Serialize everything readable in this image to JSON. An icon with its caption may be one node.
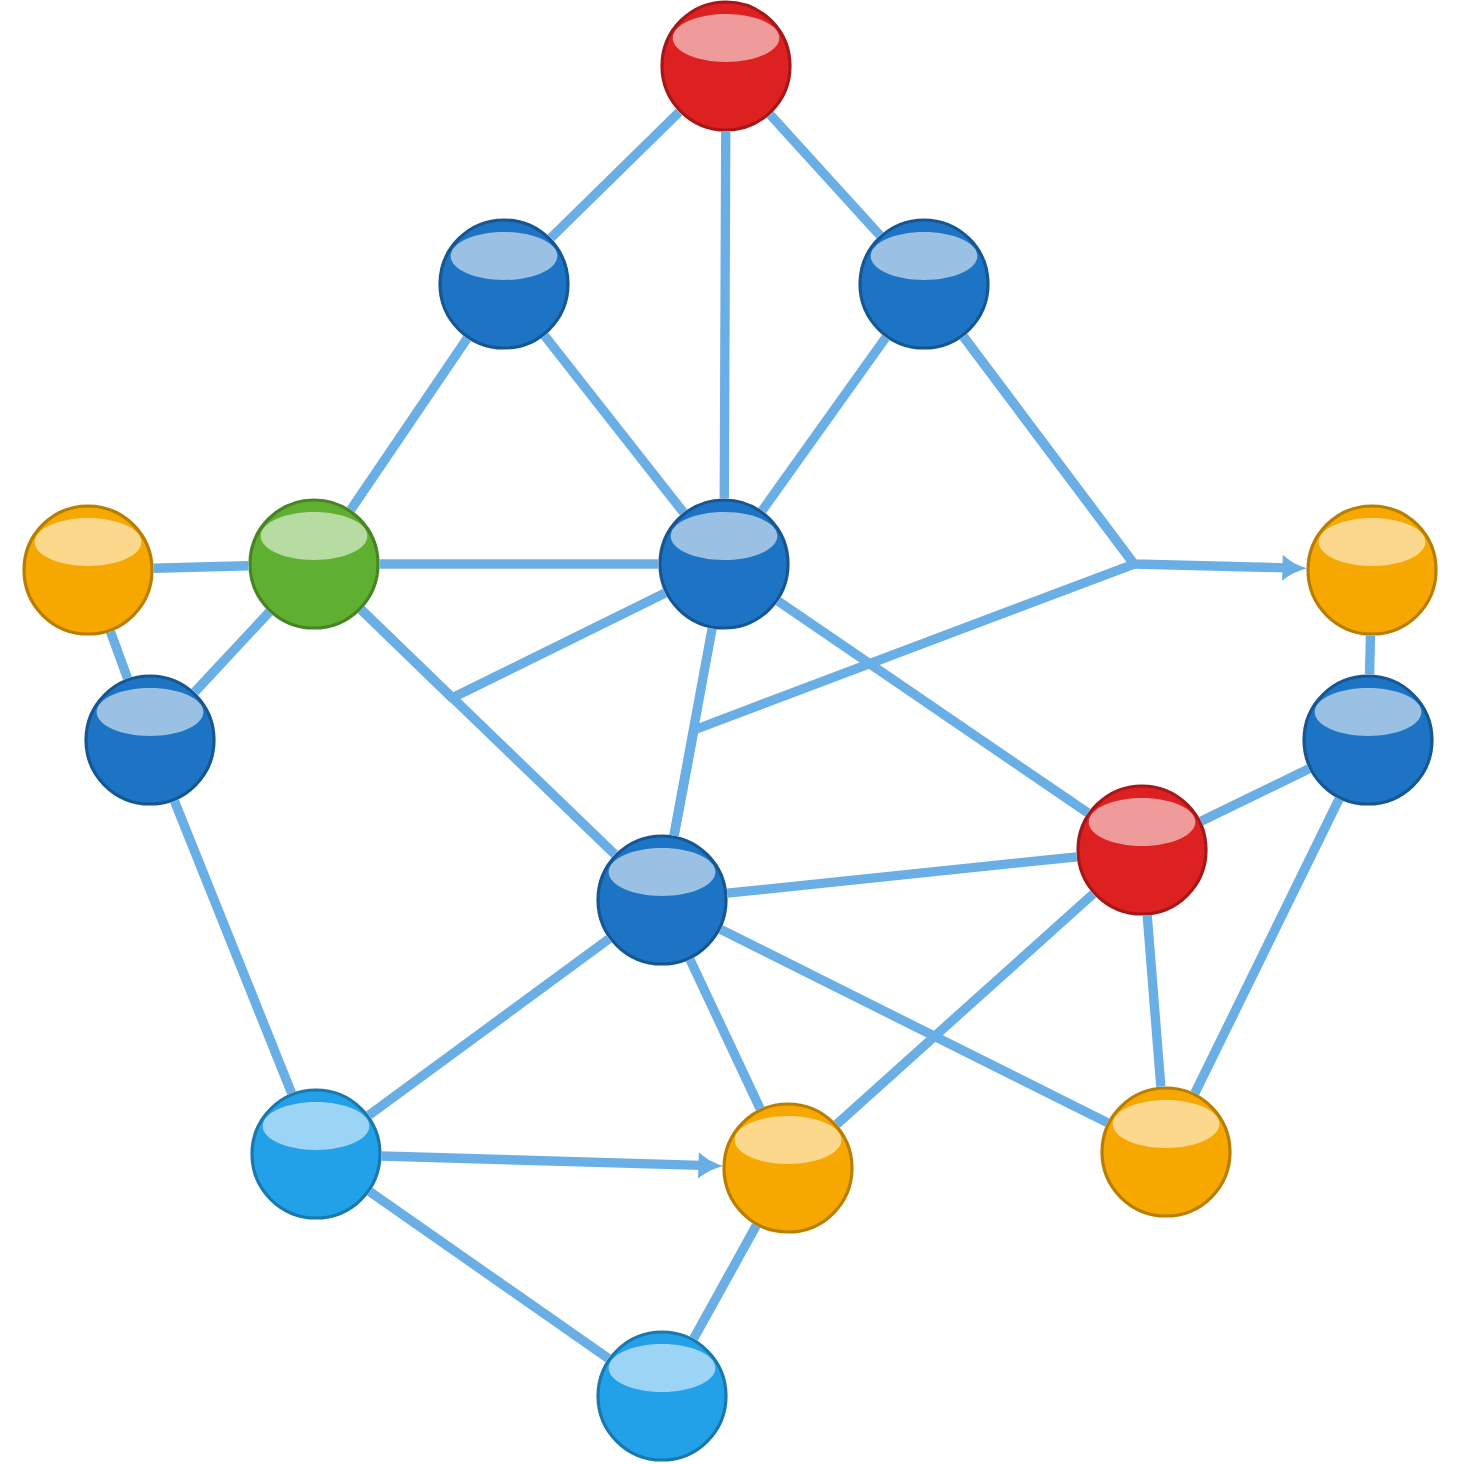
{
  "diagram": {
    "nodes": [
      {
        "text": [],
        "shape": "circle"
      },
      {
        "text": [],
        "shape": "circle"
      },
      {
        "text": [],
        "shape": "circle"
      },
      {
        "text": [],
        "shape": "circle"
      },
      {
        "text": [],
        "shape": "circle"
      },
      {
        "text": [],
        "shape": "circle"
      },
      {
        "text": [],
        "shape": "circle"
      },
      {
        "text": [],
        "shape": "circle"
      },
      {
        "text": [],
        "shape": "circle"
      },
      {
        "text": [],
        "shape": "circle"
      },
      {
        "text": [],
        "shape": "circle"
      },
      {
        "text": [],
        "shape": "circle"
      },
      {
        "text": [],
        "shape": "circle"
      },
      {
        "text": [],
        "shape": "circle"
      },
      {
        "text": [],
        "shape": "circle"
      }
    ],
    "edges": [
      {
        "from": 0,
        "to": 1,
        "arrow": "none"
      },
      {
        "from": 0,
        "to": 2,
        "arrow": "none"
      },
      {
        "from": 0,
        "to": 5,
        "arrow": "none"
      },
      {
        "from": 1,
        "to": 4,
        "arrow": "none"
      },
      {
        "from": 1,
        "to": 5,
        "arrow": "none"
      },
      {
        "from": 2,
        "to": 5,
        "arrow": "none"
      },
      {
        "from": 2,
        "to": 6,
        "arrow": "to"
      },
      {
        "from": 2,
        "to": 10,
        "arrow": "none"
      },
      {
        "from": 3,
        "to": 4,
        "arrow": "none"
      },
      {
        "from": 3,
        "to": 7,
        "arrow": "none"
      },
      {
        "from": 4,
        "to": 5,
        "arrow": "none"
      },
      {
        "from": 4,
        "to": 7,
        "arrow": "none"
      },
      {
        "from": 4,
        "to": 10,
        "arrow": "none"
      },
      {
        "from": 5,
        "to": 4,
        "arrow": "none"
      },
      {
        "from": 5,
        "to": 10,
        "arrow": "none"
      },
      {
        "from": 5,
        "to": 9,
        "arrow": "none"
      },
      {
        "from": 7,
        "to": 11,
        "arrow": "none"
      },
      {
        "from": 6,
        "to": 8,
        "arrow": "none"
      },
      {
        "from": 8,
        "to": 9,
        "arrow": "none"
      },
      {
        "from": 8,
        "to": 13,
        "arrow": "none"
      },
      {
        "from": 10,
        "to": 9,
        "arrow": "none"
      },
      {
        "from": 10,
        "to": 11,
        "arrow": "none"
      },
      {
        "from": 10,
        "to": 12,
        "arrow": "none"
      },
      {
        "from": 10,
        "to": 13,
        "arrow": "none"
      },
      {
        "from": 9,
        "to": 12,
        "arrow": "none"
      },
      {
        "from": 9,
        "to": 13,
        "arrow": "none"
      },
      {
        "from": 11,
        "to": 12,
        "arrow": "to"
      },
      {
        "from": 11,
        "to": 14,
        "arrow": "none"
      },
      {
        "from": 12,
        "to": 14,
        "arrow": "none"
      }
    ]
  }
}
